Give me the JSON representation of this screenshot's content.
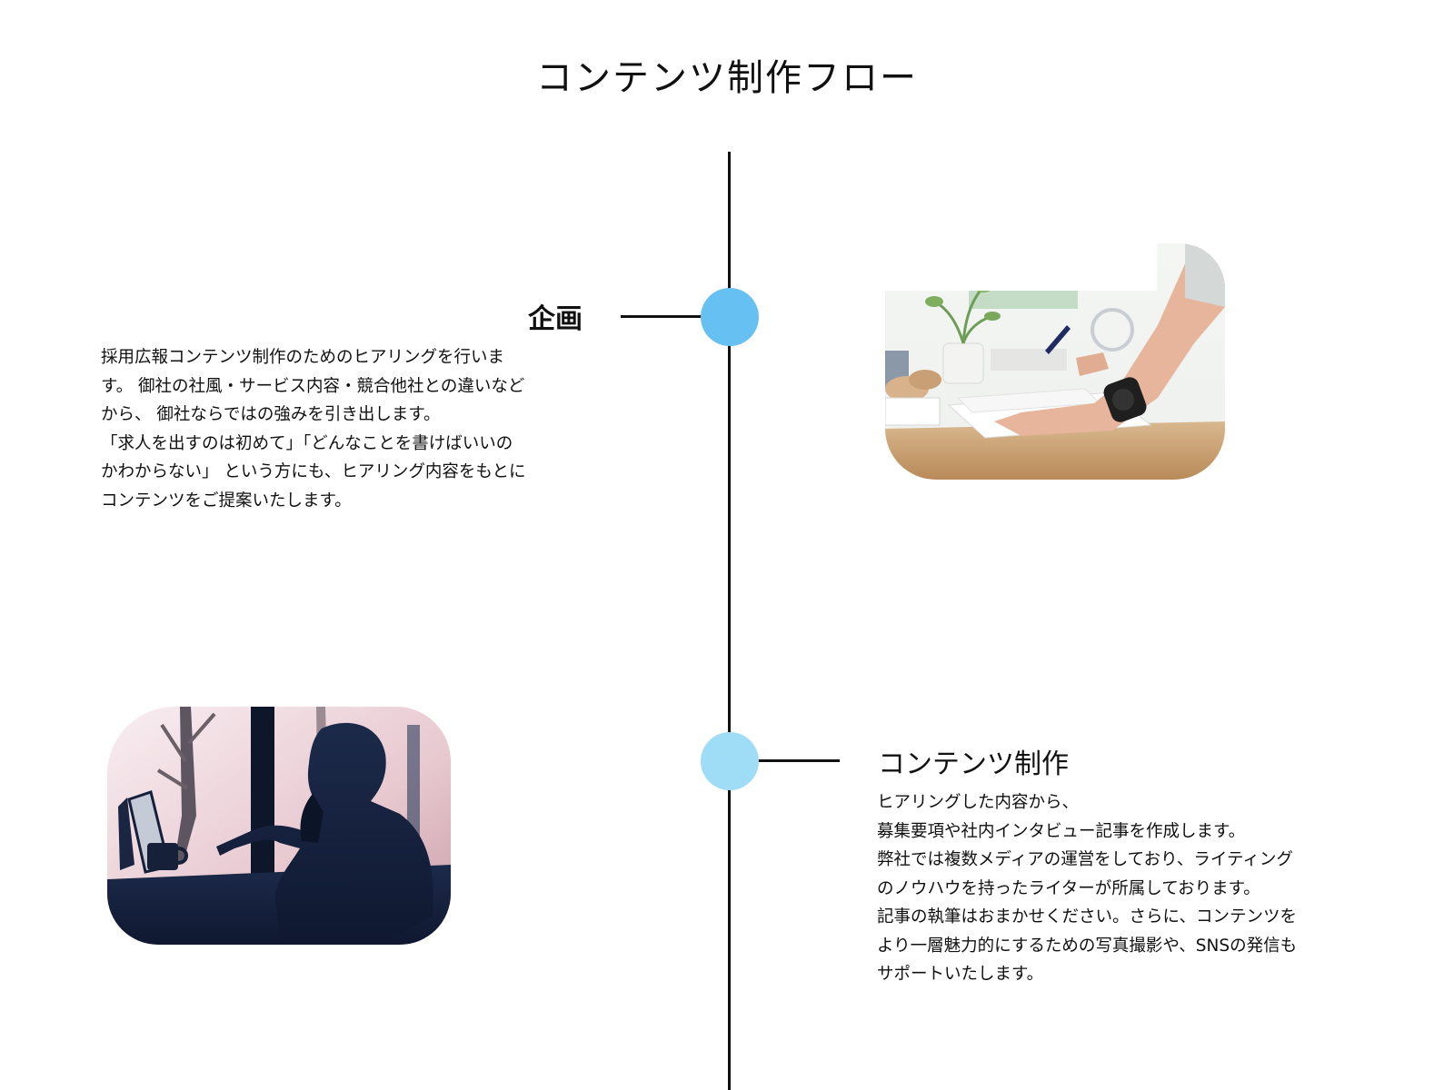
{
  "page": {
    "title": "コンテンツ制作フロー"
  },
  "steps": [
    {
      "title": "企画",
      "description_lines": [
        "採用広報コンテンツ制作のためのヒアリングを行いま",
        "す。 御社の社風・サービス内容・競合他社との違いなど",
        "から、 御社ならではの強みを引き出します。",
        "「求人を出すのは初めて」「どんなことを書けばいいの",
        "かわからない」 という方にも、ヒアリング内容をもとに",
        "コンテンツをご提案いたします。"
      ],
      "dot_color": "#67c0f2"
    },
    {
      "title": "コンテンツ制作",
      "description_lines": [
        "ヒアリングした内容から、",
        "募集要項や社内インタビュー記事を作成します。",
        "弊社では複数メディアの運営をしており、ライティング",
        "のノウハウを持ったライターが所属しております。",
        "記事の執筆はおまかせください。さらに、コンテンツを",
        "より一層魅力的にするための写真撮影や、SNSの発信も",
        "サポートいたします。"
      ],
      "dot_color": "#9fdcf6"
    }
  ],
  "colors": {
    "timeline_line": "#111111",
    "background": "#ffffff"
  }
}
